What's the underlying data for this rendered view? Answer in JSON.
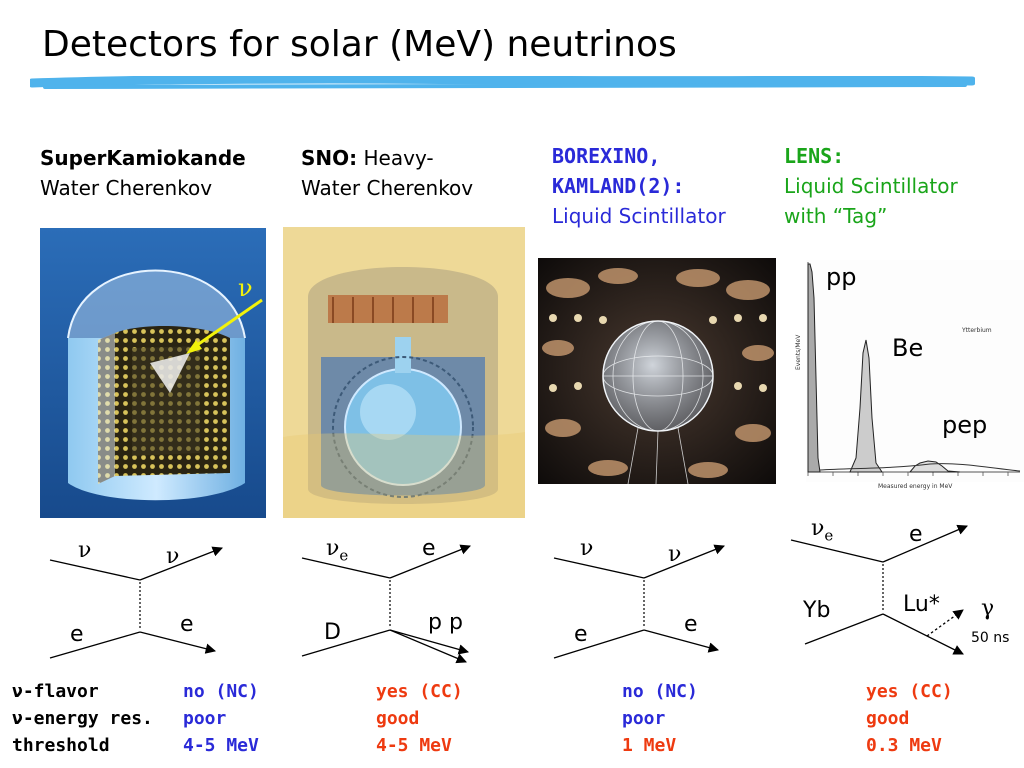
{
  "slide": {
    "title": "Detectors for solar (MeV) neutrinos"
  },
  "colors": {
    "title_bar": "#4fb3ec",
    "blue": "#2a2ad8",
    "green": "#1aa51a",
    "red": "#ee3a10",
    "arrow_yellow": "#f2f20a"
  },
  "columns": [
    {
      "name": "SuperKamiokande",
      "type": "Water Cherenkov",
      "image": "superkamiokande-cutaway",
      "nu_label": "ν",
      "diagram": {
        "in_top": "ν",
        "out_top": "ν",
        "in_bottom": "e",
        "out_bottom": "e"
      },
      "props": {
        "flavor": "no (NC)",
        "resolution": "poor",
        "threshold": "4-5 MeV"
      }
    },
    {
      "name": "SNO:",
      "type_line1": "Heavy-",
      "type_line2": "Water Cherenkov",
      "image": "sno-cutaway",
      "diagram": {
        "in_top": "ν",
        "in_top_sub": "e",
        "out_top": "e",
        "in_bottom": "D",
        "out_bottom": "p p"
      },
      "props": {
        "flavor": "yes (CC)",
        "resolution": "good",
        "threshold": "4-5 MeV"
      }
    },
    {
      "name_line1": "BOREXINO,",
      "name_line2": "KAMLAND(2):",
      "type": "Liquid Scintillator",
      "image": "borexino-sphere-photo",
      "diagram": {
        "in_top": "ν",
        "out_top": "ν",
        "in_bottom": "e",
        "out_bottom": "e"
      },
      "props": {
        "flavor": "no (NC)",
        "resolution": "poor",
        "threshold": "1 MeV"
      }
    },
    {
      "name": "LENS:",
      "type_line1": "Liquid Scintillator",
      "type_line2": "with “Tag”",
      "image": "lens-spectrum-plot",
      "diagram": {
        "in_top": "ν",
        "in_top_sub": "e",
        "out_top": "e",
        "in_bottom": "Yb",
        "excited": "Lu*",
        "gamma": "γ",
        "delay": "50 ns"
      },
      "props": {
        "flavor": "yes (CC)",
        "resolution": "good",
        "threshold": "0.3 MeV"
      }
    }
  ],
  "spectrum": {
    "peak_labels": [
      "pp",
      "Be",
      "pep"
    ],
    "ylabel": "Events/MeV",
    "xlabel": "Measured energy in MeV",
    "legend": "Ytterbium"
  },
  "row_labels": [
    "ν-flavor",
    "ν-energy res.",
    "threshold"
  ]
}
